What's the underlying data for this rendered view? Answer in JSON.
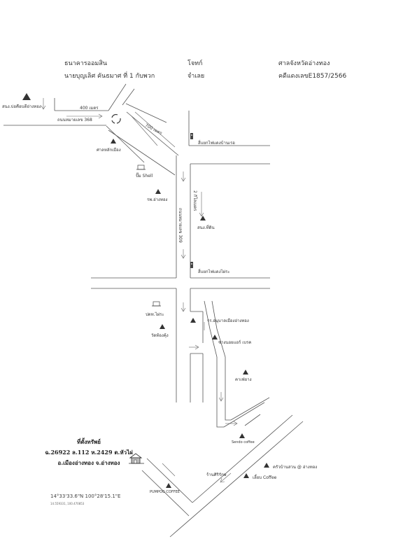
{
  "header": {
    "left_line1": "ธนาคารออมสิน",
    "left_line2": "นายบุญเลิศ คันธมาศ  ที่ 1 กับพวก",
    "mid_line1": "โจทก์",
    "mid_line2": "จำเลย",
    "right_line1": "ศาลจังหวัดอ่างทอง",
    "right_line2": "คดีแดงเลขE1857/2566"
  },
  "labels": {
    "health_station": "สนง.บ่อคือบดีอ่างทอง",
    "dist_400": "400 เมตร",
    "road_368": "ถนนหมายเลข 368",
    "dist_700": "700 เมตร",
    "city_pillar": "ศาลหลักเมือง",
    "traffic_light_1": "สี่แยกไฟแดงบ้านเรอ",
    "shell": "ปั๊ม Shell",
    "hospital": "รพ.อ่างทอง",
    "road_309": "ถนนหมายเลข 309",
    "dist_2km": "2 กิโลเมตร",
    "land_office": "สนง.ที่ดิน",
    "traffic_light_2": "สี่แยกไฟแดงไผ่ระ",
    "ptt": "ปตท.ไผ่ระ",
    "wat": "วัดท้องคุ้ง",
    "school": "รร.อนุบาลเมืองอ่างทอง",
    "garage": "ช่างนอยแอร์ เบรค",
    "cafe_1": "คาเฟ่ยาง",
    "sendo": "Sendo coffee",
    "garden": "ครัวบ้านสวน @ อ่างทอง",
    "shop": "ร้านศิริรักษ",
    "coffee_2": "เลี้ยบ Coffee",
    "pumpog": "PUMPOG COFFEE"
  },
  "property": {
    "title": "ที่ตั้งทรัพย์",
    "line1": "ฉ.26922 ล.112 ห.2429 ต.หัวไผ่",
    "line2": "อ.เมืองอ่างทอง จ.อ่างทอง"
  },
  "coords": {
    "dms": "14°33'33.6\"N 100°28'15.1\"E",
    "decimal": "14.559331, 100.470853"
  },
  "colors": {
    "road": "#555555",
    "landmark": "#333333"
  }
}
